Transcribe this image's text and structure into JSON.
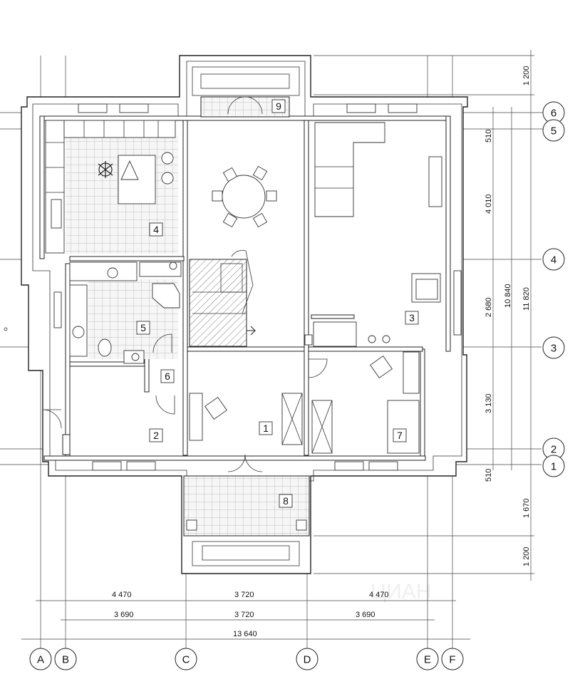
{
  "rooms": [
    "1",
    "2",
    "3",
    "4",
    "5",
    "6",
    "7",
    "8",
    "9"
  ],
  "axes_letters": [
    "A",
    "B",
    "C",
    "D",
    "E",
    "F"
  ],
  "axes_numbers": [
    "1",
    "2",
    "3",
    "4",
    "5",
    "6"
  ],
  "dims_bottom_row1": [
    "4 470",
    "3 720",
    "4 470"
  ],
  "dims_bottom_row2": [
    "3 690",
    "3 720",
    "3 690"
  ],
  "dims_bottom_total": "13 640",
  "dims_right_inner": [
    "510",
    "4 010",
    "2 680",
    "3 130",
    "510"
  ],
  "dims_right_outer": [
    "1 200",
    "1 670",
    "1 200"
  ],
  "dims_right_mid": "10 840",
  "dims_right_total": "11 820",
  "watermark": "ЦИАН"
}
